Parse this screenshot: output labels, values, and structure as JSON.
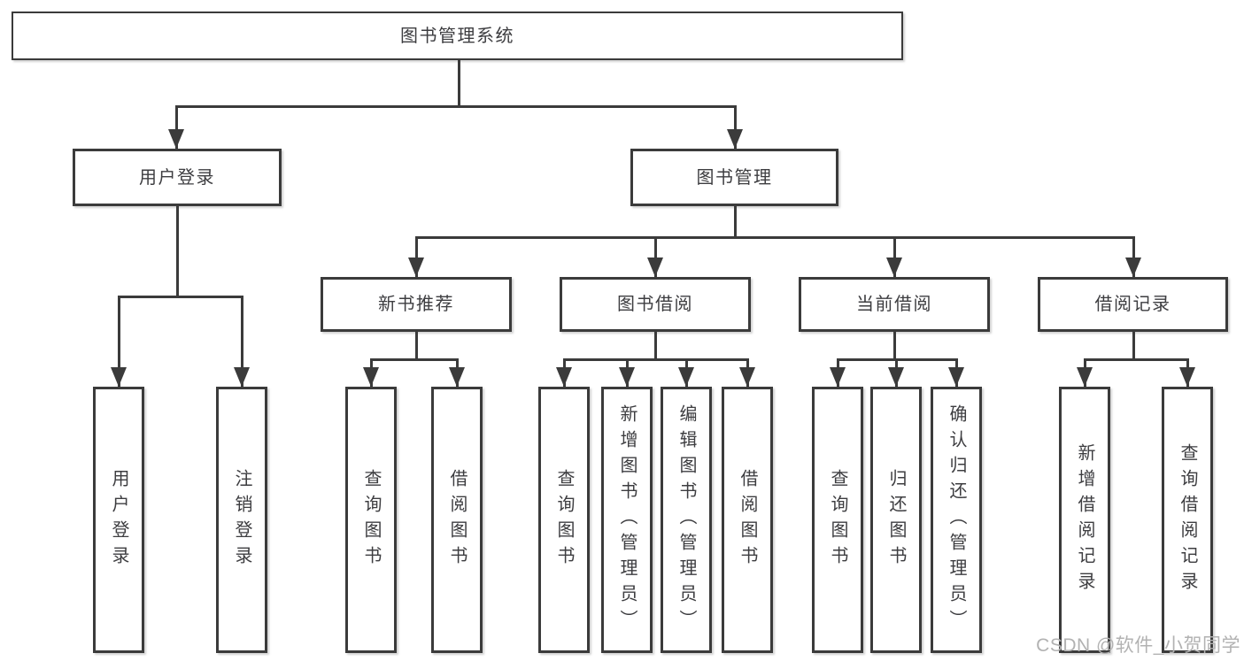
{
  "nodes": {
    "root": {
      "label": "图书管理系统"
    },
    "user_login": {
      "label": "用户登录"
    },
    "book_management": {
      "label": "图书管理"
    },
    "new_book_recommend": {
      "label": "新书推荐"
    },
    "book_borrow": {
      "label": "图书借阅"
    },
    "current_borrow": {
      "label": "当前借阅"
    },
    "borrow_records": {
      "label": "借阅记录"
    },
    "user_login_leaf": {
      "label": "用户登录"
    },
    "logout_leaf": {
      "label": "注销登录"
    },
    "recommend_query_books": {
      "label": "查询图书"
    },
    "recommend_borrow_books": {
      "label": "借阅图书"
    },
    "borrow_query_books": {
      "label": "查询图书"
    },
    "borrow_add_books": {
      "label": "新增图书（管理员）"
    },
    "borrow_edit_books": {
      "label": "编辑图书（管理员）"
    },
    "borrow_borrow_books": {
      "label": "借阅图书"
    },
    "current_query_books": {
      "label": "查询图书"
    },
    "current_return_books": {
      "label": "归还图书"
    },
    "current_confirm_return": {
      "label": "确认归还（管理员）"
    },
    "records_add_record": {
      "label": "新增借阅记录"
    },
    "records_query_record": {
      "label": "查询借阅记录"
    }
  },
  "watermark": {
    "text": "CSDN @软件_小贺同学"
  },
  "colors": {
    "line": "#3b3b3b",
    "text": "#3d3d40",
    "watermark": "#b2b2b2",
    "background": "#ffffff"
  }
}
